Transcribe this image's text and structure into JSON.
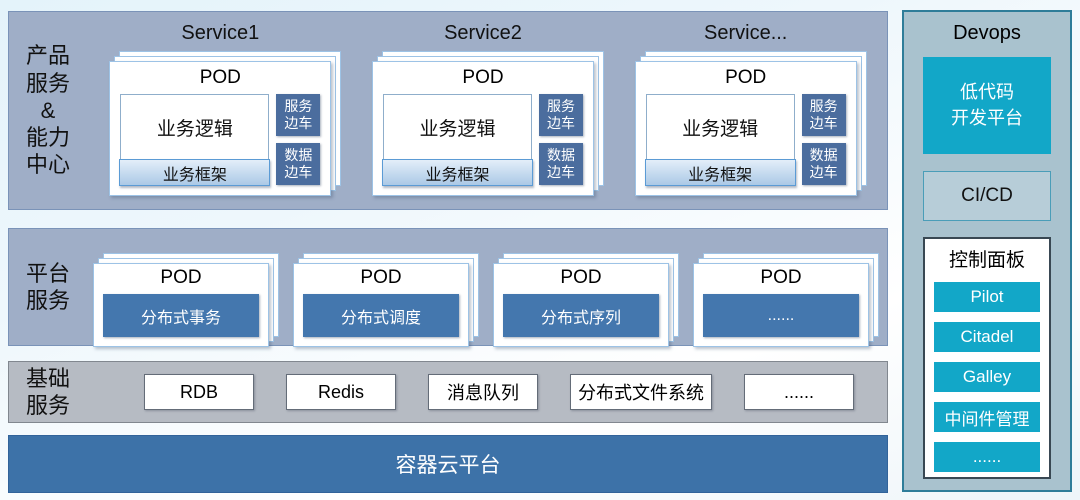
{
  "sections": {
    "products": {
      "label": "产品\n服务\n&\n能力\n中心",
      "pod_title": "POD",
      "services": [
        {
          "title": "Service1"
        },
        {
          "title": "Service2"
        },
        {
          "title": "Service..."
        }
      ],
      "logic_label": "业务逻辑",
      "framework_label": "业务框架",
      "sidecar_service": "服务\n边车",
      "sidecar_data": "数据\n边车"
    },
    "platform": {
      "label": "平台\n服务",
      "pod_title": "POD",
      "pods": [
        "分布式事务",
        "分布式调度",
        "分布式序列",
        "......"
      ]
    },
    "basic": {
      "label": "基础\n服务",
      "items": [
        "RDB",
        "Redis",
        "消息队列",
        "分布式文件系统",
        "......"
      ]
    },
    "container_platform": {
      "label": "容器云平台"
    }
  },
  "devops": {
    "title": "Devops",
    "lowcode_label": "低代码\n开发平台",
    "cicd_label": "CI/CD",
    "control_panel": {
      "title": "控制面板",
      "items": [
        "Pilot",
        "Citadel",
        "Galley",
        "中间件管理",
        "......"
      ]
    }
  },
  "colors": {
    "section_blue_bg": "#9FAEC7",
    "section_gray_bg": "#B6BBC3",
    "pod_card_border": "#9DC3E6",
    "framework_border": "#5B9BD5",
    "sidecar_blue": "#4B6D9E",
    "platform_box_blue": "#4477AE",
    "container_bar_blue": "#3D72A8",
    "devops_panel_bg": "#A9C2CE",
    "devops_border_teal": "#2F7D99",
    "cyan_accent": "#12A7C8"
  }
}
